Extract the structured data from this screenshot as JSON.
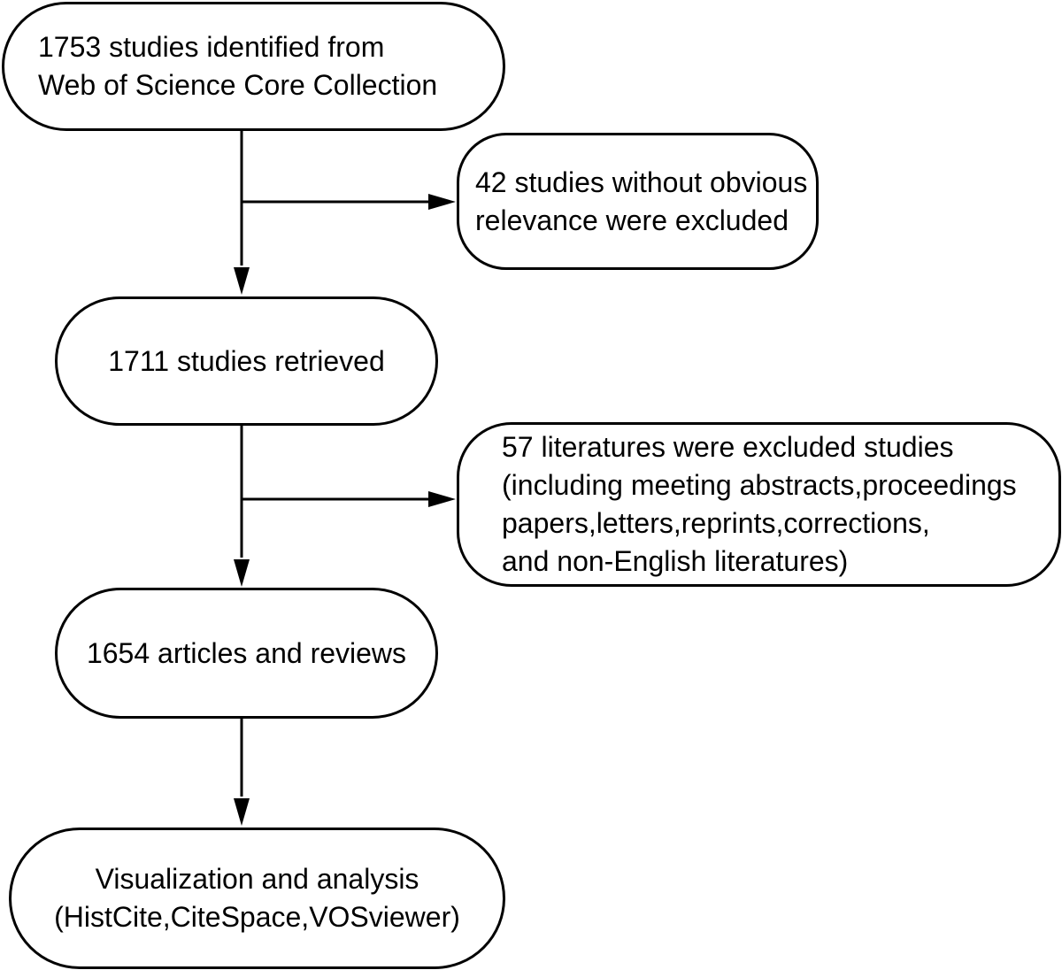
{
  "flow": {
    "identified": {
      "lines": [
        "1753 studies identified from",
        "Web of Science Core Collection"
      ]
    },
    "excluded_irrelevant": {
      "lines": [
        "42 studies without obvious",
        "relevance were excluded"
      ]
    },
    "retrieved": {
      "lines": [
        "1711 studies retrieved"
      ]
    },
    "excluded_types": {
      "lines": [
        "57 literatures were excluded studies",
        "(including meeting abstracts,proceedings",
        "papers,letters,reprints,corrections,",
        "and non-English literatures)"
      ]
    },
    "included": {
      "lines": [
        "1654 articles and reviews"
      ]
    },
    "analysis": {
      "lines": [
        "Visualization and analysis",
        "(HistCite,CiteSpace,VOSviewer)"
      ]
    }
  },
  "colors": {
    "stroke": "#000000",
    "background": "#ffffff"
  }
}
